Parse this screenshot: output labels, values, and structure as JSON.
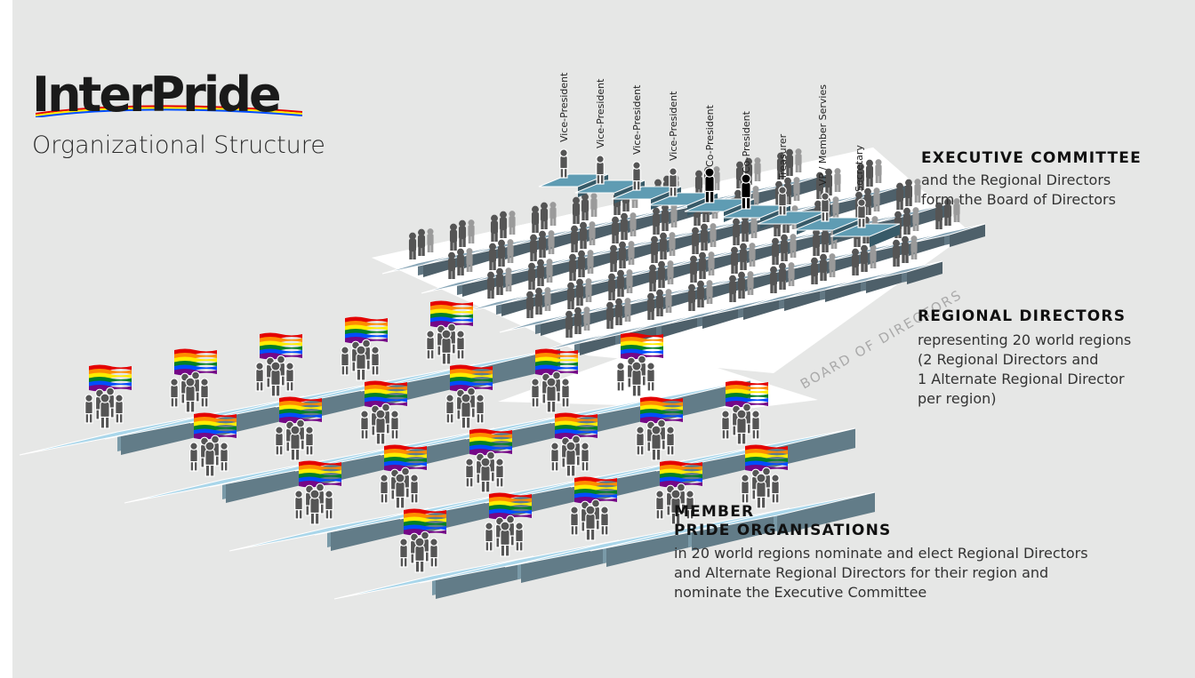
{
  "logo": {
    "text": "InterPride"
  },
  "subtitle": "Organizational Structure",
  "executive_committee": {
    "heading": "EXECUTIVE COMMITTEE",
    "lines": [
      "and the Regional Directors",
      "form the Board of Directors"
    ],
    "roles": [
      "Vice-President",
      "Vice-President",
      "Vice-President",
      "Vice-President",
      "Co-President",
      "Co-President",
      "Treasurer",
      "VP / Member Servies",
      "Secretary"
    ]
  },
  "board_label": "BOARD OF DIRECTORS",
  "regional_directors": {
    "heading": "REGIONAL DIRECTORS",
    "lines": [
      "representing 20 world regions",
      "(2 Regional Directors and",
      "1 Alternate Regional Director",
      "per region)"
    ],
    "tiles": 20
  },
  "member_orgs": {
    "heading_1": "MEMBER",
    "heading_2": "PRIDE ORGANISATIONS",
    "lines": [
      "in 20 world regions nominate and elect Regional Directors",
      "and Alternate Regional Directors for their region and",
      "nominate the Executive Committee"
    ],
    "tiles": 20
  },
  "colors": {
    "exec_tile": "#5f9cb3",
    "regional_tile": "#87a5b6",
    "member_tile": "#a9d6ea",
    "person_dark": "#555555",
    "person_light": "#9a9a9a",
    "person_black": "#000000",
    "rainbow": [
      "#e40303",
      "#ff8c00",
      "#ffed00",
      "#008026",
      "#004dff",
      "#750787"
    ]
  }
}
